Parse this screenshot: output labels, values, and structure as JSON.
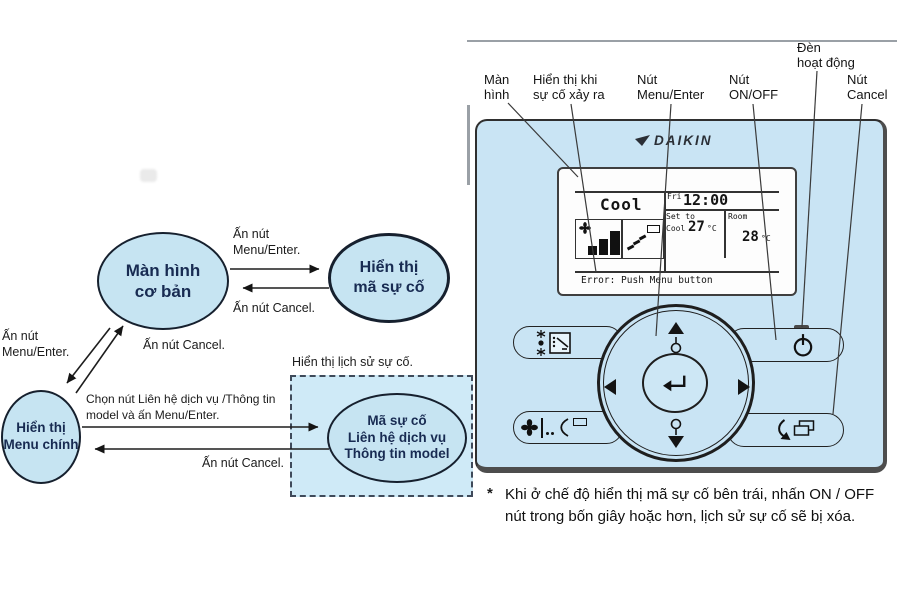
{
  "flow": {
    "nodes": {
      "basic_screen": "Màn hình\ncơ bản",
      "error_code": "Hiển thị\nmã sự cố",
      "main_menu": "Hiển thị\nMenu chính",
      "service_info": "Mã sự cố\nLiên hệ dịch vụ\nThông tin model"
    },
    "labels": {
      "menu_enter_top": "Ấn nút\nMenu/Enter.",
      "cancel_top": "Ấn nút Cancel.",
      "menu_enter_left": "Ấn nút\nMenu/Enter.",
      "cancel_diagonal": "Ấn nút Cancel.",
      "select_service": "Chọn nút Liên hệ dịch vụ /Thông tin\nmodel và ấn Menu/Enter.",
      "cancel_bottom": "Ấn nút Cancel.",
      "history_note": "Hiển thị lịch sử sự cố."
    }
  },
  "remote": {
    "brand": "DAIKIN",
    "callouts": {
      "screen": "Màn\nhình",
      "error_display": "Hiển thị khi\nsự cố xảy ra",
      "menu_enter": "Nút\nMenu/Enter",
      "on_off": "Nút\nON/OFF",
      "operation_lamp": "Đèn\nhoạt động",
      "cancel": "Nút\nCancel"
    },
    "display": {
      "mode": "Cool",
      "day": "Fri",
      "time": "12:00",
      "set_label": "Set to",
      "set_mode": "Cool",
      "set_temp": "27",
      "set_temp_unit": "°C",
      "room_label": "Room",
      "room_temp": "28",
      "room_temp_unit": "°C",
      "error_message": "Error: Push Menu button"
    }
  },
  "footnote": {
    "marker": "*",
    "text": "Khi ở chế độ hiển thị mã sự cố bên trái, nhấn ON / OFF nút trong bốn giây hoặc hơn, lịch sử sự cố sẽ bị xóa."
  },
  "colors": {
    "node_fill": "#c6e4f2",
    "remote_fill": "#c9e4f4",
    "divider_gray": "#9aa0a6",
    "ink": "#16202e"
  }
}
